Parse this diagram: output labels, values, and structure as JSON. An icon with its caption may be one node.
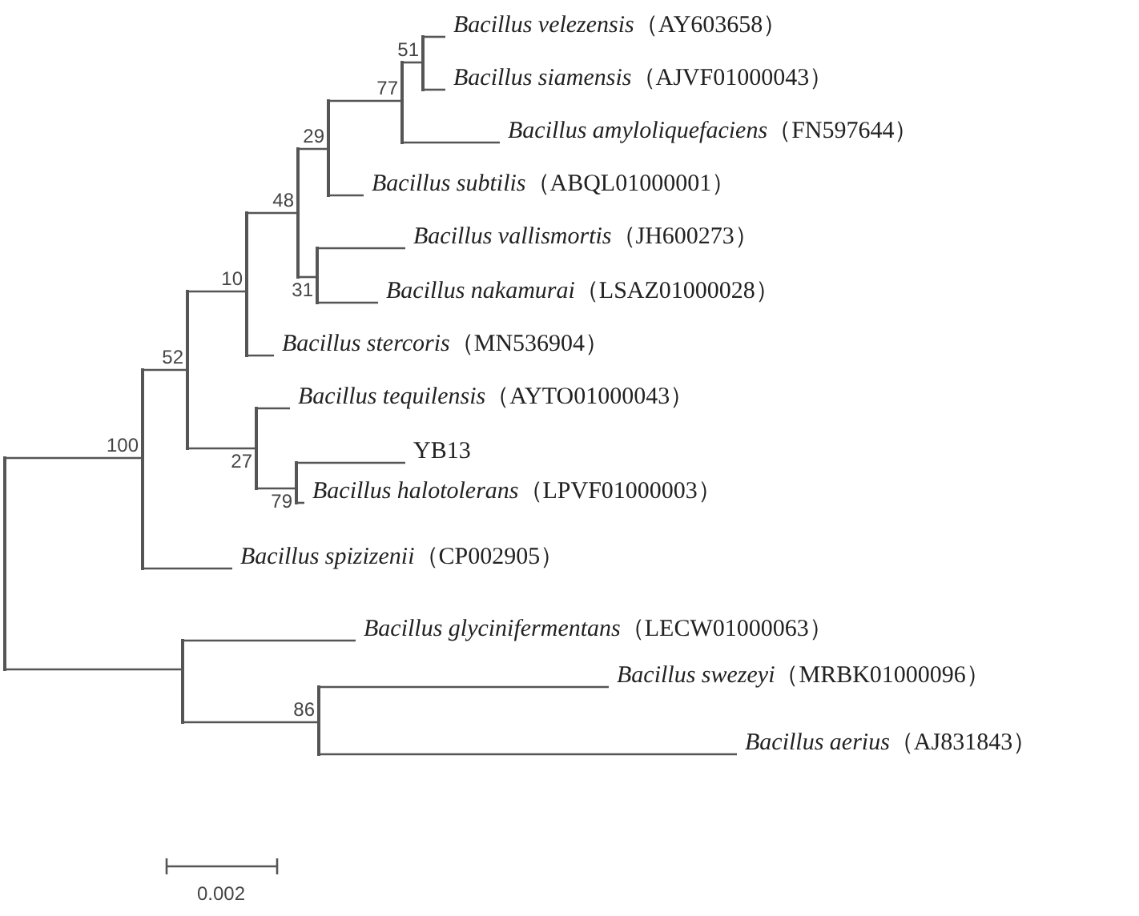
{
  "diagram": {
    "nodes": [
      {
        "text": [
          "*Bacillus velezensis*（AY603658）"
        ]
      },
      {
        "text": [
          "*Bacillus siamensis*（AJVF01000043）"
        ]
      },
      {
        "text": [
          "*Bacillus amyloliquefaciens*（FN597644）"
        ]
      },
      {
        "text": [
          "*Bacillus subtilis*（ABQL01000001）"
        ]
      },
      {
        "text": [
          "*Bacillus vallismortis*（JH600273）"
        ]
      },
      {
        "text": [
          "*Bacillus nakamurai*（LSAZ01000028）"
        ]
      },
      {
        "text": [
          "*Bacillus stercoris*（MN536904）"
        ]
      },
      {
        "text": [
          "*Bacillus tequilensis*（AYTO01000043）"
        ]
      },
      {
        "text": [
          "YB13"
        ]
      },
      {
        "text": [
          "*Bacillus halotolerans*（LPVF01000003）"
        ]
      },
      {
        "text": [
          "*Bacillus spizizenii*（CP002905）"
        ]
      },
      {
        "text": [
          "*Bacillus glycinifermentans*（LECW01000063）"
        ]
      },
      {
        "text": [
          "*Bacillus swezeyi*（MRBK01000096）"
        ]
      },
      {
        "text": [
          "*Bacillus aerius*（AJ831843）"
        ]
      },
      {
        "text": [],
        "shape": "bar",
        "beside": [
          "51"
        ]
      },
      {
        "text": [],
        "shape": "bar",
        "beside": [
          "77"
        ]
      },
      {
        "text": [],
        "shape": "bar",
        "beside": [
          "29"
        ]
      },
      {
        "text": [],
        "shape": "bar",
        "beside": [
          "48"
        ]
      },
      {
        "text": [],
        "shape": "bar",
        "beside": [
          "31"
        ]
      },
      {
        "text": [],
        "shape": "bar",
        "beside": [
          "10"
        ]
      },
      {
        "text": [],
        "shape": "bar",
        "beside": [
          "52"
        ]
      },
      {
        "text": [],
        "shape": "bar",
        "beside": [
          "27"
        ]
      },
      {
        "text": [],
        "shape": "bar",
        "beside": [
          "79"
        ]
      },
      {
        "text": [],
        "shape": "bar",
        "beside": [
          "100"
        ]
      },
      {
        "text": [],
        "shape": "bar"
      },
      {
        "text": [],
        "shape": "bar"
      },
      {
        "text": [],
        "shape": "bar",
        "beside": [
          "86"
        ]
      }
    ],
    "edges": [
      {
        "from": 24,
        "to": 23,
        "arrow": "none"
      },
      {
        "from": 23,
        "to": 20,
        "arrow": "none"
      },
      {
        "from": 20,
        "to": 19,
        "arrow": "none"
      },
      {
        "from": 19,
        "to": 17,
        "arrow": "none"
      },
      {
        "from": 17,
        "to": 16,
        "arrow": "none"
      },
      {
        "from": 16,
        "to": 15,
        "arrow": "none"
      },
      {
        "from": 15,
        "to": 14,
        "arrow": "none"
      },
      {
        "from": 14,
        "to": 0,
        "arrow": "none"
      },
      {
        "from": 14,
        "to": 1,
        "arrow": "none"
      },
      {
        "from": 15,
        "to": 2,
        "arrow": "none"
      },
      {
        "from": 16,
        "to": 3,
        "arrow": "none"
      },
      {
        "from": 17,
        "to": 18,
        "arrow": "none"
      },
      {
        "from": 18,
        "to": 4,
        "arrow": "none"
      },
      {
        "from": 18,
        "to": 5,
        "arrow": "none"
      },
      {
        "from": 19,
        "to": 6,
        "arrow": "none"
      },
      {
        "from": 20,
        "to": 21,
        "arrow": "none"
      },
      {
        "from": 21,
        "to": 7,
        "arrow": "none"
      },
      {
        "from": 21,
        "to": 22,
        "arrow": "none"
      },
      {
        "from": 22,
        "to": 8,
        "arrow": "none"
      },
      {
        "from": 22,
        "to": 9,
        "arrow": "none"
      },
      {
        "from": 23,
        "to": 10,
        "arrow": "none"
      },
      {
        "from": 24,
        "to": 25,
        "arrow": "none"
      },
      {
        "from": 25,
        "to": 11,
        "arrow": "none"
      },
      {
        "from": 25,
        "to": 26,
        "arrow": "none"
      },
      {
        "from": 26,
        "to": 12,
        "arrow": "none"
      },
      {
        "from": 26,
        "to": 13,
        "arrow": "none"
      }
    ],
    "labels": [
      "0.002"
    ]
  }
}
